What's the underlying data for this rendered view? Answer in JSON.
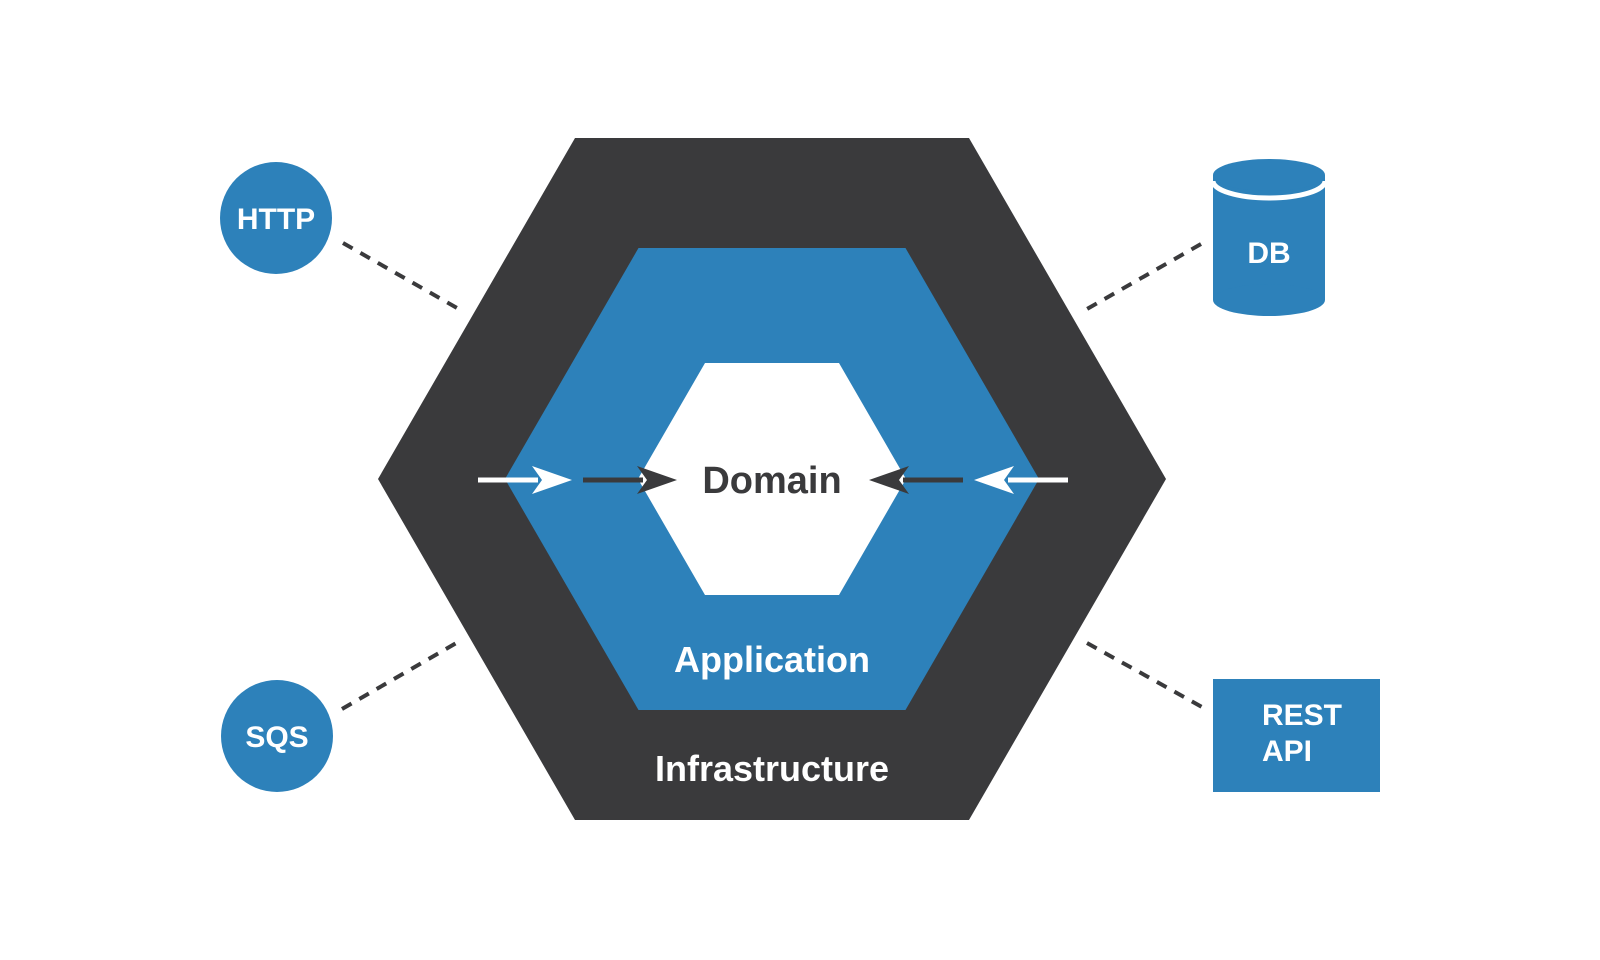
{
  "diagram": {
    "type": "hexagonal-architecture",
    "layers": {
      "infrastructure": {
        "label": "Infrastructure"
      },
      "application": {
        "label": "Application"
      },
      "domain": {
        "label": "Domain"
      }
    },
    "adapters": {
      "http": {
        "label": "HTTP",
        "shape": "circle"
      },
      "sqs": {
        "label": "SQS",
        "shape": "circle"
      },
      "db": {
        "label": "DB",
        "shape": "cylinder"
      },
      "rest_api": {
        "label": "REST API",
        "line1": "REST",
        "line2": "API",
        "shape": "rectangle"
      }
    },
    "colors": {
      "blue": "#2d81ba",
      "dark": "#3a3a3c",
      "white": "#ffffff"
    }
  }
}
